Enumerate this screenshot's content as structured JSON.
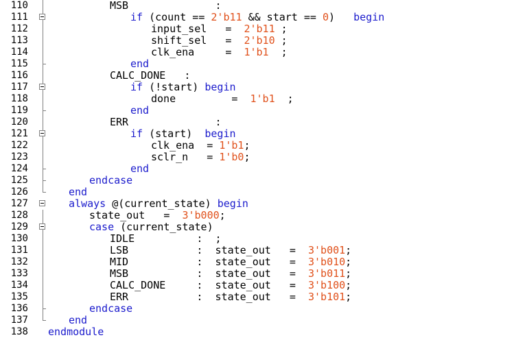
{
  "colors": {
    "keyword": "#1a1acc",
    "number": "#e0501a",
    "text": "#000000",
    "line_number": "#000000",
    "fold_marker": "#7f7f7f",
    "background": "#ffffff"
  },
  "lines": [
    {
      "num": "110",
      "tokens": [
        {
          "t": "MSB              :",
          "k": "plain"
        }
      ]
    },
    {
      "num": "111",
      "tokens": [
        {
          "t": "if",
          "k": "kw"
        },
        {
          "t": " (count == ",
          "k": "plain"
        },
        {
          "t": "2'b11",
          "k": "num"
        },
        {
          "t": " && start == ",
          "k": "plain"
        },
        {
          "t": "0",
          "k": "num"
        },
        {
          "t": ")   ",
          "k": "plain"
        },
        {
          "t": "begin",
          "k": "kw"
        }
      ]
    },
    {
      "num": "112",
      "tokens": [
        {
          "t": "input_sel   =  ",
          "k": "plain"
        },
        {
          "t": "2'b11",
          "k": "num"
        },
        {
          "t": " ;",
          "k": "plain"
        }
      ]
    },
    {
      "num": "113",
      "tokens": [
        {
          "t": "shift_sel   =  ",
          "k": "plain"
        },
        {
          "t": "2'b10",
          "k": "num"
        },
        {
          "t": " ;",
          "k": "plain"
        }
      ]
    },
    {
      "num": "114",
      "tokens": [
        {
          "t": "clk_ena     =  ",
          "k": "plain"
        },
        {
          "t": "1'b1",
          "k": "num"
        },
        {
          "t": "  ;",
          "k": "plain"
        }
      ]
    },
    {
      "num": "115",
      "tokens": [
        {
          "t": "end",
          "k": "kw"
        }
      ]
    },
    {
      "num": "116",
      "tokens": [
        {
          "t": "CALC_DONE   :",
          "k": "plain"
        }
      ]
    },
    {
      "num": "117",
      "tokens": [
        {
          "t": "if",
          "k": "kw"
        },
        {
          "t": " (!start) ",
          "k": "plain"
        },
        {
          "t": "begin",
          "k": "kw"
        }
      ]
    },
    {
      "num": "118",
      "tokens": [
        {
          "t": "done         =  ",
          "k": "plain"
        },
        {
          "t": "1'b1",
          "k": "num"
        },
        {
          "t": "  ;",
          "k": "plain"
        }
      ]
    },
    {
      "num": "119",
      "tokens": [
        {
          "t": "end",
          "k": "kw"
        }
      ]
    },
    {
      "num": "120",
      "tokens": [
        {
          "t": "ERR              :",
          "k": "plain"
        }
      ]
    },
    {
      "num": "121",
      "tokens": [
        {
          "t": "if",
          "k": "kw"
        },
        {
          "t": " (start)  ",
          "k": "plain"
        },
        {
          "t": "begin",
          "k": "kw"
        }
      ]
    },
    {
      "num": "122",
      "tokens": [
        {
          "t": "clk_ena  = ",
          "k": "plain"
        },
        {
          "t": "1'b1",
          "k": "num"
        },
        {
          "t": ";",
          "k": "plain"
        }
      ]
    },
    {
      "num": "123",
      "tokens": [
        {
          "t": "sclr_n   = ",
          "k": "plain"
        },
        {
          "t": "1'b0",
          "k": "num"
        },
        {
          "t": ";",
          "k": "plain"
        }
      ]
    },
    {
      "num": "124",
      "tokens": [
        {
          "t": "end",
          "k": "kw"
        }
      ]
    },
    {
      "num": "125",
      "tokens": [
        {
          "t": "endcase",
          "k": "kw"
        }
      ]
    },
    {
      "num": "126",
      "tokens": [
        {
          "t": "end",
          "k": "kw"
        }
      ]
    },
    {
      "num": "127",
      "tokens": [
        {
          "t": "always",
          "k": "kw"
        },
        {
          "t": " @(current_state) ",
          "k": "plain"
        },
        {
          "t": "begin",
          "k": "kw"
        }
      ]
    },
    {
      "num": "128",
      "tokens": [
        {
          "t": "state_out   =  ",
          "k": "plain"
        },
        {
          "t": "3'b000",
          "k": "num"
        },
        {
          "t": ";",
          "k": "plain"
        }
      ]
    },
    {
      "num": "129",
      "tokens": [
        {
          "t": "case",
          "k": "kw"
        },
        {
          "t": " (current_state)",
          "k": "plain"
        }
      ]
    },
    {
      "num": "130",
      "tokens": [
        {
          "t": "IDLE          :  ;",
          "k": "plain"
        }
      ]
    },
    {
      "num": "131",
      "tokens": [
        {
          "t": "LSB           :  state_out   =  ",
          "k": "plain"
        },
        {
          "t": "3'b001",
          "k": "num"
        },
        {
          "t": ";",
          "k": "plain"
        }
      ]
    },
    {
      "num": "132",
      "tokens": [
        {
          "t": "MID           :  state_out   =  ",
          "k": "plain"
        },
        {
          "t": "3'b010",
          "k": "num"
        },
        {
          "t": ";",
          "k": "plain"
        }
      ]
    },
    {
      "num": "133",
      "tokens": [
        {
          "t": "MSB           :  state_out   =  ",
          "k": "plain"
        },
        {
          "t": "3'b011",
          "k": "num"
        },
        {
          "t": ";",
          "k": "plain"
        }
      ]
    },
    {
      "num": "134",
      "tokens": [
        {
          "t": "CALC_DONE     :  state_out   =  ",
          "k": "plain"
        },
        {
          "t": "3'b100",
          "k": "num"
        },
        {
          "t": ";",
          "k": "plain"
        }
      ]
    },
    {
      "num": "135",
      "tokens": [
        {
          "t": "ERR           :  state_out   =  ",
          "k": "plain"
        },
        {
          "t": "3'b101",
          "k": "num"
        },
        {
          "t": ";",
          "k": "plain"
        }
      ]
    },
    {
      "num": "136",
      "tokens": [
        {
          "t": "endcase",
          "k": "kw"
        }
      ]
    },
    {
      "num": "137",
      "tokens": [
        {
          "t": "end",
          "k": "kw"
        }
      ]
    },
    {
      "num": "138",
      "tokens": [
        {
          "t": "endmodule",
          "k": "kw"
        }
      ]
    }
  ]
}
